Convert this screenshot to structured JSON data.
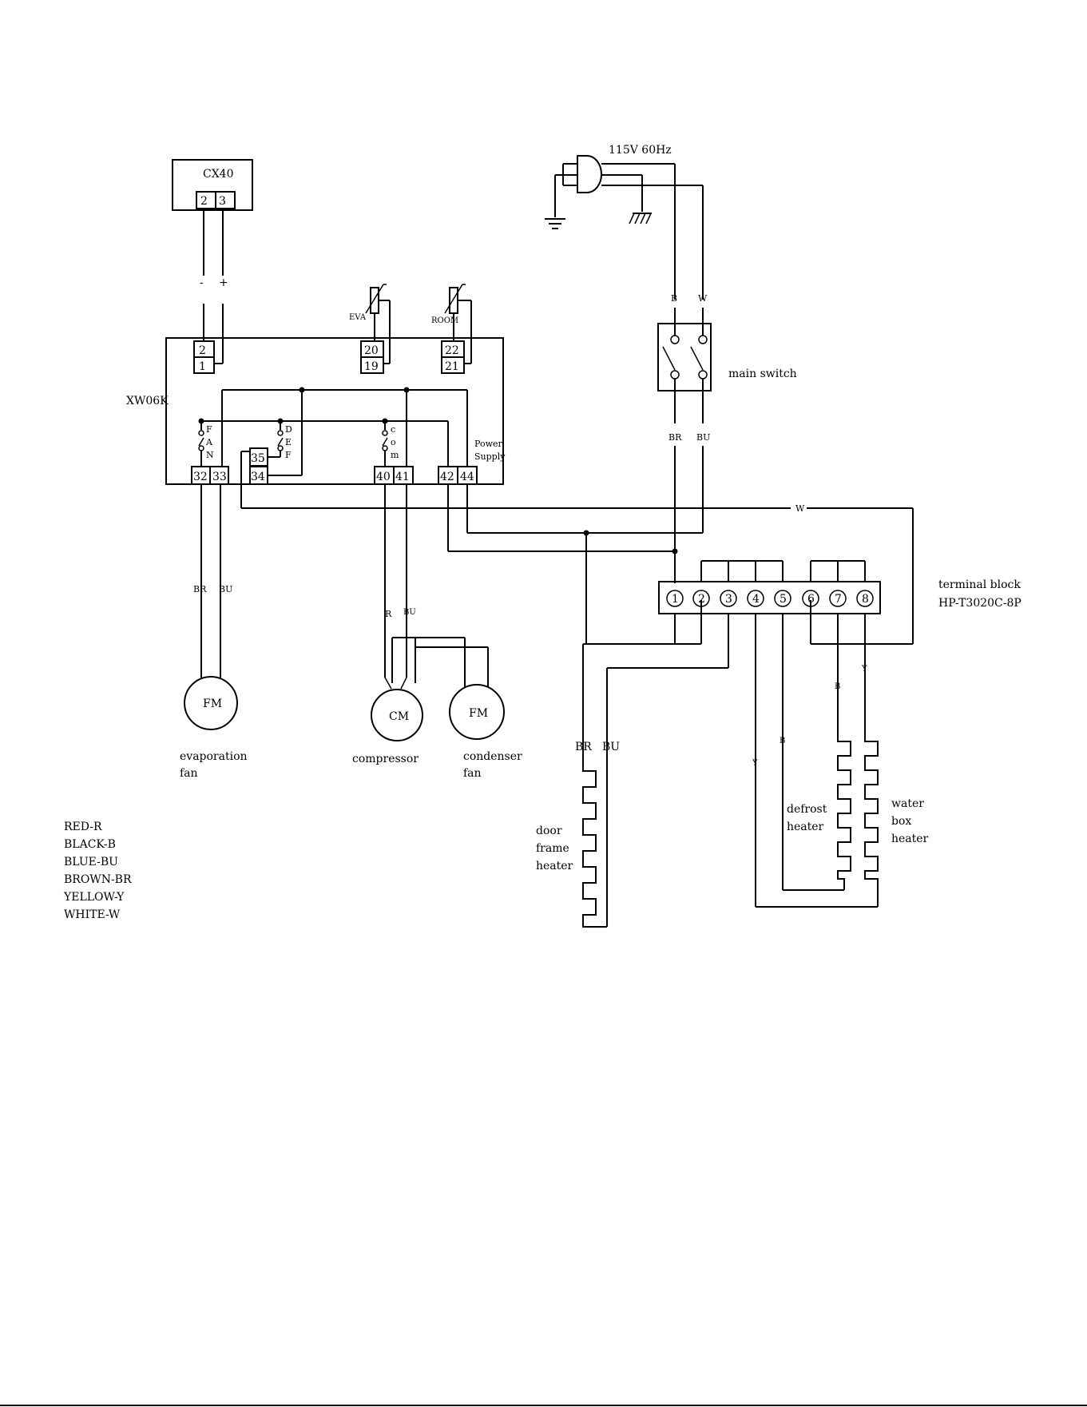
{
  "power": {
    "label": "115V 60Hz"
  },
  "display": {
    "name": "CX40",
    "pins": [
      "2",
      "3"
    ],
    "polarity": [
      "-",
      "+"
    ]
  },
  "controller": {
    "name": "XW06K",
    "inputs": [
      "2",
      "1",
      "20",
      "19",
      "22",
      "21"
    ],
    "outputs": [
      "32",
      "33",
      "35",
      "34",
      "40",
      "41",
      "42",
      "44"
    ],
    "relay_fan": [
      "F",
      "A",
      "N"
    ],
    "relay_def": [
      "D",
      "E",
      "F"
    ],
    "relay_com": [
      "c",
      "o",
      "m"
    ],
    "power_supply": [
      "Power",
      "Supply"
    ]
  },
  "probes": {
    "eva": "EVA",
    "room": "ROOM"
  },
  "main_switch": {
    "label": "main switch",
    "in": [
      "B",
      "W"
    ],
    "out": [
      "BR",
      "BU"
    ]
  },
  "wires": {
    "white": "W",
    "fan_br": "BR",
    "fan_bu": "BU",
    "comp_r": "R",
    "comp_bu": "BU",
    "door_br": "BR",
    "door_bu": "BU",
    "y1": "Y",
    "b1": "B",
    "b2": "B",
    "y2": "Y"
  },
  "terminal_block": {
    "title": "terminal block",
    "model": "HP-T3020C-8P",
    "terminals": [
      "1",
      "2",
      "3",
      "4",
      "5",
      "6",
      "7",
      "8"
    ]
  },
  "motors": {
    "evap": "FM",
    "comp": "CM",
    "cond": "FM"
  },
  "component_labels": {
    "evap_fan": [
      "evaporation",
      "fan"
    ],
    "compressor": "compressor",
    "condenser_fan": [
      "condenser",
      "fan"
    ],
    "door_heater": [
      "door",
      "frame",
      "heater"
    ],
    "defrost_heater": [
      "defrost",
      "heater"
    ],
    "water_heater": [
      "water",
      "box",
      "heater"
    ]
  },
  "legend": [
    "RED-R",
    "BLACK-B",
    "BLUE-BU",
    "BROWN-BR",
    "YELLOW-Y",
    "WHITE-W"
  ]
}
